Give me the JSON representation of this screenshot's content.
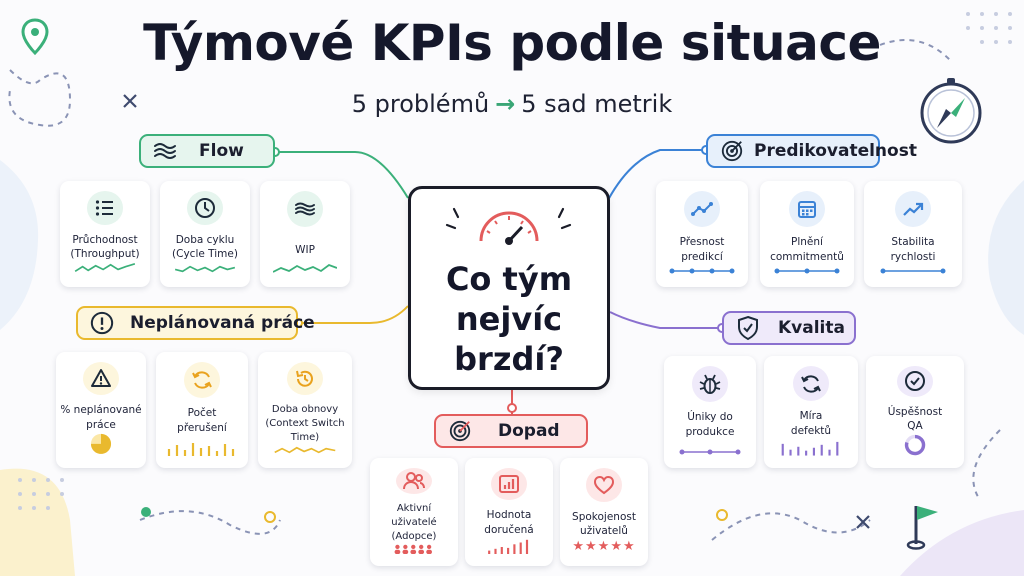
{
  "title": "Týmové KPIs podle situace",
  "subtitle": {
    "left": "5 problémů",
    "arrow": "→",
    "right": "5 sad metrik"
  },
  "center": {
    "question": "Co tým\nnejvíc\nbrzdí?",
    "icon": "speedometer-icon"
  },
  "categories": {
    "flow": {
      "label": "Flow",
      "icon": "waves-icon",
      "color": "#3bb07a",
      "cards": [
        {
          "label": "Průchodnost\n(Throughput)",
          "icon": "list-icon"
        },
        {
          "label": "Doba cyklu\n(Cycle Time)",
          "icon": "clock-icon"
        },
        {
          "label": "WIP",
          "icon": "waves-icon"
        }
      ]
    },
    "unplanned": {
      "label": "Neplánovaná práce",
      "icon": "alert-circle-icon",
      "color": "#e9b92e",
      "cards": [
        {
          "label": "% neplánované\npráce",
          "icon": "warning-icon"
        },
        {
          "label": "Počet\npřerušení",
          "icon": "refresh-icon"
        },
        {
          "label": "Doba obnovy\n(Context Switch\nTime)",
          "icon": "history-icon"
        }
      ]
    },
    "impact": {
      "label": "Dopad",
      "icon": "target-icon",
      "color": "#e35c5c",
      "cards": [
        {
          "label": "Aktivní uživatelé\n(Adopce)",
          "icon": "users-icon"
        },
        {
          "label": "Hodnota\ndoručená",
          "icon": "bar-chart-icon"
        },
        {
          "label": "Spokojenost\nuživatelů",
          "icon": "heart-icon"
        }
      ]
    },
    "predictability": {
      "label": "Predikovatelnost",
      "icon": "target-arrow-icon",
      "color": "#3b82d6",
      "cards": [
        {
          "label": "Přesnost\npredikcí",
          "icon": "trend-line-icon"
        },
        {
          "label": "Plnění\ncommitmentů",
          "icon": "calendar-icon"
        },
        {
          "label": "Stabilita\nrychlosti",
          "icon": "trend-up-icon"
        }
      ]
    },
    "quality": {
      "label": "Kvalita",
      "icon": "shield-check-icon",
      "color": "#8a70cf",
      "cards": [
        {
          "label": "Úniky do\nprodukce",
          "icon": "bug-icon"
        },
        {
          "label": "Míra\ndefektů",
          "icon": "refresh-icon"
        },
        {
          "label": "Úspěšnost\nQA",
          "icon": "check-circle-icon"
        }
      ]
    }
  },
  "decorations": [
    "location-pin-icon",
    "compass-icon",
    "flag-icon"
  ]
}
